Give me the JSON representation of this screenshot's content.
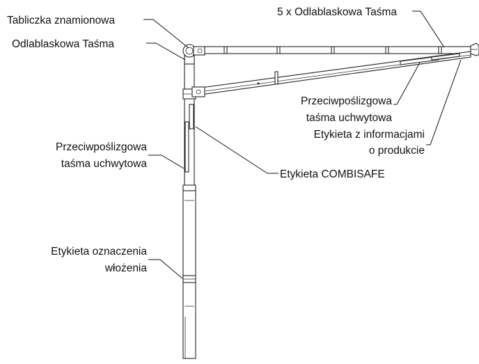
{
  "labels": {
    "nameplate": "Tabliczka znamionowa",
    "reflective_tape_post": "Odlablaskowa Taśma",
    "reflective_tape_beam": "5 x Odlablaskowa Taśma",
    "grip_tape_post_1": "Przeciwpoślizgowa",
    "grip_tape_post_2": "taśma uchwytowa",
    "insertion_label_1": "Etykieta oznaczenia",
    "insertion_label_2": "włożenia",
    "grip_tape_arm_1": "Przeciwpoślizgowa",
    "grip_tape_arm_2": "taśma uchwytowa",
    "product_info_1": "Etykieta z informacjami",
    "product_info_2": "o produkcie",
    "combisafe_label": "Etykieta COMBISAFE"
  }
}
